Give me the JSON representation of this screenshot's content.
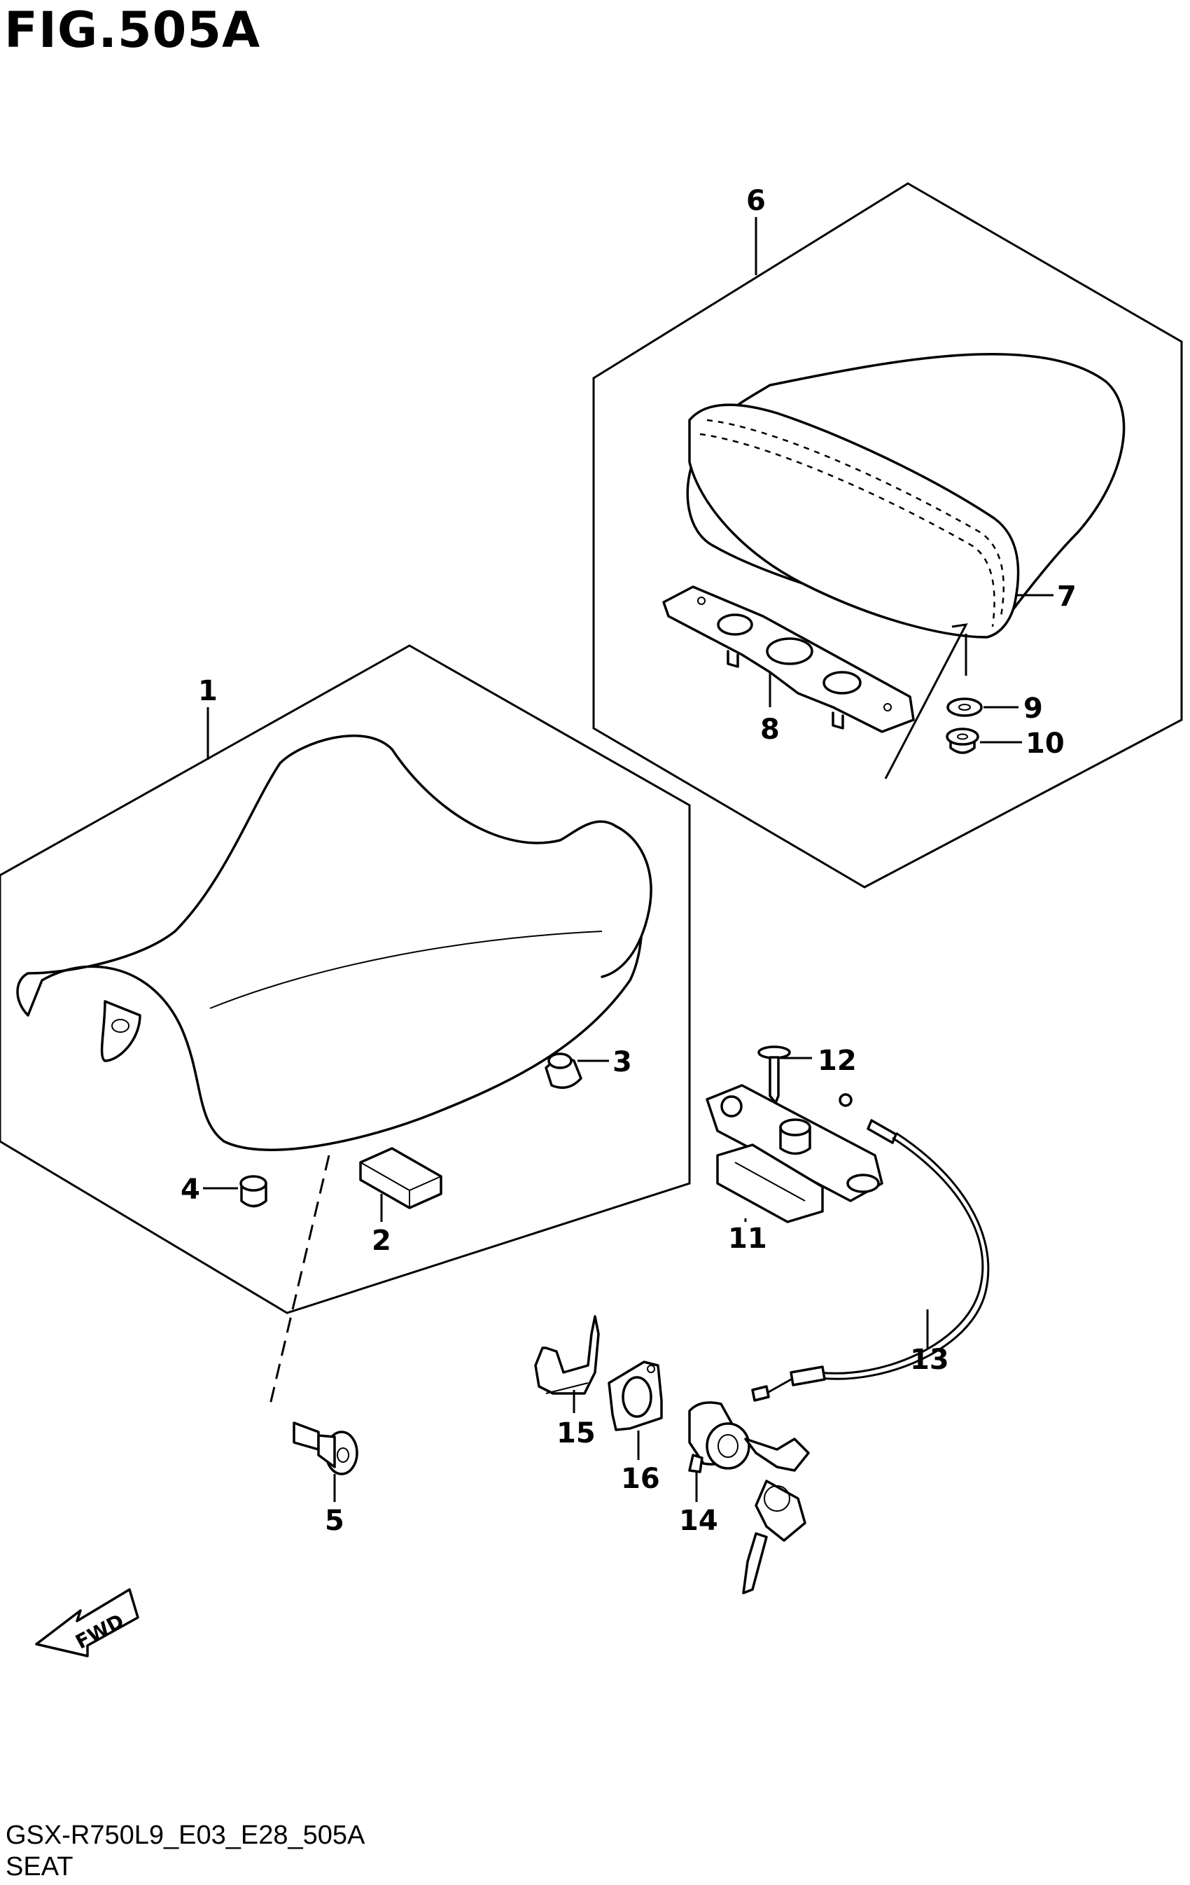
{
  "figure_title": "FIG.505A",
  "footer": {
    "code": "GSX-R750L9_E03_E28_505A",
    "name": "SEAT"
  },
  "fwd_label": "FWD",
  "callouts": {
    "p1": "1",
    "p2": "2",
    "p3": "3",
    "p4": "4",
    "p5": "5",
    "p6": "6",
    "p7": "7",
    "p8": "8",
    "p9": "9",
    "p10": "10",
    "p11": "11",
    "p12": "12",
    "p13": "13",
    "p14": "14",
    "p15": "15",
    "p16": "16"
  }
}
